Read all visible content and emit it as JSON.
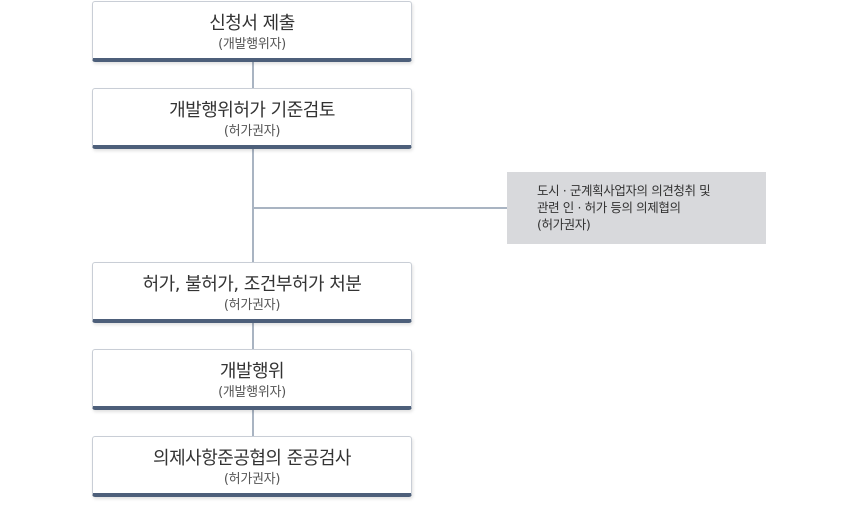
{
  "steps": [
    {
      "title": "신청서 제출",
      "sub": "(개발행위자)"
    },
    {
      "title": "개발행위허가 기준검토",
      "sub": "(허가권자)"
    },
    {
      "title": "허가, 불허가, 조건부허가 처분",
      "sub": "(허가권자)"
    },
    {
      "title": "개발행위",
      "sub": "(개발행위자)"
    },
    {
      "title": "의제사항준공협의 준공검사",
      "sub": "(허가권자)"
    }
  ],
  "side_note": {
    "line1": "도시 · 군계획사업자의  의견청취 및",
    "line2": "관련 인 · 허가 등의 의제협의",
    "line3": "(허가권자)"
  },
  "colors": {
    "connector": "#a9b4c2",
    "box_border_bottom": "#4d5f7a",
    "note_background": "#d8d9dc"
  }
}
